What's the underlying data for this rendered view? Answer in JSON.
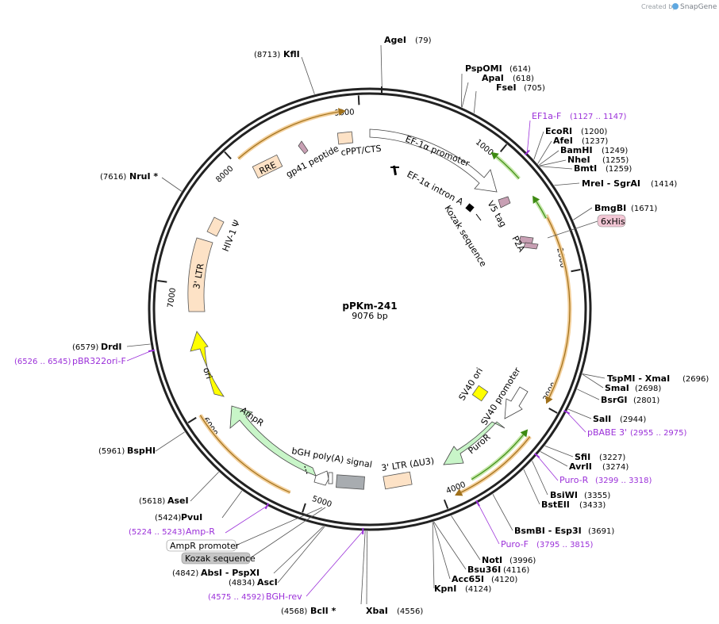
{
  "branding": {
    "created_by": "Created by",
    "tool": "SnapGene"
  },
  "plasmid": {
    "name": "pPKm-241",
    "size": "9076 bp",
    "length": 9076
  },
  "tick_labels": [
    "1000",
    "2000",
    "3000",
    "4000",
    "5000",
    "6000",
    "7000",
    "8000",
    "9000"
  ],
  "enzymes": [
    {
      "name": "AgeI",
      "pos": "(79)"
    },
    {
      "name": "PspOMI",
      "pos": "(614)"
    },
    {
      "name": "ApaI",
      "pos": "(618)"
    },
    {
      "name": "FseI",
      "pos": "(705)"
    },
    {
      "name": "EcoRI",
      "pos": "(1200)"
    },
    {
      "name": "AfeI",
      "pos": "(1237)"
    },
    {
      "name": "BamHI",
      "pos": "(1249)"
    },
    {
      "name": "NheI",
      "pos": "(1255)"
    },
    {
      "name": "BmtI",
      "pos": "(1259)"
    },
    {
      "name": "MreI  - SgrAI",
      "pos": "(1414)"
    },
    {
      "name": "BmgBI",
      "pos": "(1671)"
    },
    {
      "name": "TspMI  - XmaI",
      "pos": "(2696)"
    },
    {
      "name": "SmaI",
      "pos": "(2698)"
    },
    {
      "name": "BsrGI",
      "pos": "(2801)"
    },
    {
      "name": "SalI",
      "pos": "(2944)"
    },
    {
      "name": "SfiI",
      "pos": "(3227)"
    },
    {
      "name": "AvrII",
      "pos": "(3274)"
    },
    {
      "name": "BsiWI",
      "pos": "(3355)"
    },
    {
      "name": "BstEII",
      "pos": "(3433)"
    },
    {
      "name": "BsmBI  - Esp3I",
      "pos": "(3691)"
    },
    {
      "name": "NotI",
      "pos": "(3996)"
    },
    {
      "name": "Bsu36I",
      "pos": "(4116)"
    },
    {
      "name": "Acc65I",
      "pos": "(4120)"
    },
    {
      "name": "KpnI",
      "pos": "(4124)"
    },
    {
      "name": "XbaI",
      "pos": "(4556)"
    },
    {
      "name": "BclI *",
      "pos": "(4568)"
    },
    {
      "name": "AscI",
      "pos": "(4834)"
    },
    {
      "name": "AbsI  - PspXI",
      "pos": "(4842)"
    },
    {
      "name": "PvuI",
      "pos": "(5424)"
    },
    {
      "name": "AseI",
      "pos": "(5618)"
    },
    {
      "name": "BspHI",
      "pos": "(5961)"
    },
    {
      "name": "DrdI",
      "pos": "(6579)"
    },
    {
      "name": "NruI *",
      "pos": "(7616)"
    },
    {
      "name": "KflI",
      "pos": "(8713)"
    }
  ],
  "primers": [
    {
      "name": "EF1a-F",
      "range": "(1127 .. 1147)"
    },
    {
      "name": "pBABE 3'",
      "range": "(2955 .. 2975)"
    },
    {
      "name": "Puro-R",
      "range": "(3299 .. 3318)"
    },
    {
      "name": "Puro-F",
      "range": "(3795 .. 3815)"
    },
    {
      "name": "BGH-rev",
      "range": "(4575 .. 4592)"
    },
    {
      "name": "Amp-R",
      "range": "(5224 .. 5243)"
    },
    {
      "name": "pBR322ori-F",
      "range": "(6526 .. 6545)"
    }
  ],
  "features": {
    "ef1a_promoter": "EF-1α promoter",
    "ef1a_intron": "EF-1α intron A",
    "kozak": "Kozak sequence",
    "v5_tag": "V5 tag",
    "p2a": "P2A",
    "sixhis": "6xHis",
    "sv40_ori": "SV40 ori",
    "sv40_promoter": "SV40 promoter",
    "puror": "PuroR",
    "ltr3_du3": "3' LTR (ΔU3)",
    "bgh_polya": "bGH poly(A) signal",
    "ampr": "AmpR",
    "ampr_promoter": "AmpR promoter",
    "kozak_box": "Kozak sequence",
    "ori": "ori",
    "ltr3": "3' LTR",
    "hiv1_psi": "HIV-1 Ψ",
    "rre": "RRE",
    "gp41": "gp41 peptide",
    "cppt": "cPPT/CTS"
  },
  "colors": {
    "backbone": "#222222",
    "orf_orange": "#e6a020",
    "orf_green": "#4a9a1a",
    "primer": "#9b30d9",
    "feature_peach": "#fde2c6",
    "ori_yellow": "#ffff00",
    "ampr_green": "#c8f5c8",
    "bgh_gray": "#a8acb0"
  }
}
